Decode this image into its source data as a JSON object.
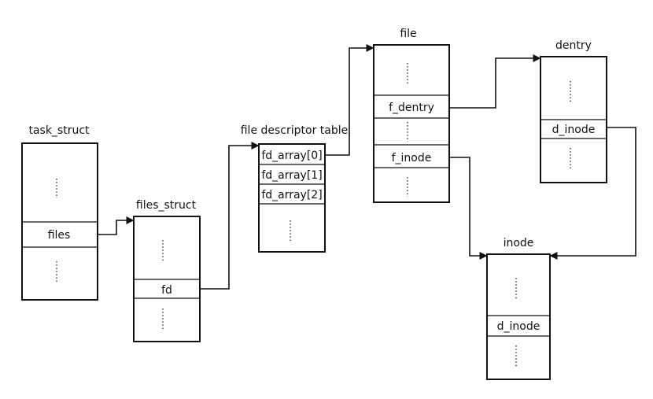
{
  "nodes": {
    "task_struct": {
      "title": "task_struct",
      "field": "files"
    },
    "files_struct": {
      "title": "files_struct",
      "field": "fd"
    },
    "fd_table": {
      "title": "file descriptor table",
      "fields": [
        "fd_array[0]",
        "fd_array[1]",
        "fd_array[2]"
      ]
    },
    "file": {
      "title": "file",
      "fields": [
        "f_dentry",
        "f_inode"
      ]
    },
    "dentry": {
      "title": "dentry",
      "field": "d_inode"
    },
    "inode": {
      "title": "inode",
      "field": "d_inode"
    }
  }
}
